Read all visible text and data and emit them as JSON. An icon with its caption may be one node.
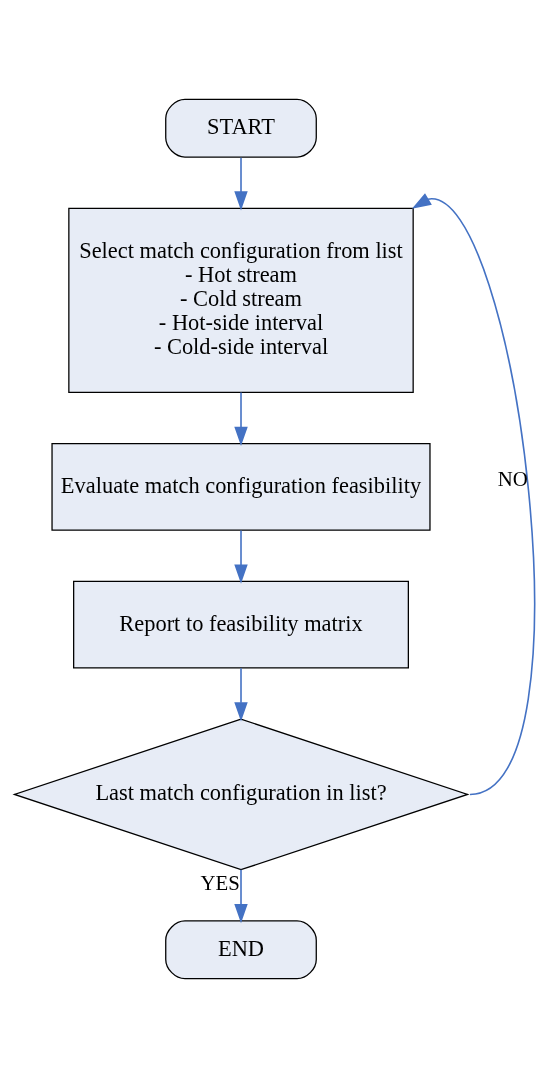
{
  "diagram": {
    "nodes": [
      {
        "text": [
          "START"
        ]
      },
      {
        "text": [
          "Select match configuration from list",
          "- Hot stream",
          "- Cold stream",
          "- Hot-side interval",
          "- Cold-side interval"
        ]
      },
      {
        "text": [
          "Evaluate match configuration feasibility"
        ]
      },
      {
        "text": [
          "Report to feasibility matrix"
        ]
      },
      {
        "text": [
          "Last match configuration in list?"
        ]
      },
      {
        "text": [
          "END"
        ]
      }
    ],
    "edges": [
      {
        "from": 0,
        "to": 1,
        "arrow": "to"
      },
      {
        "from": 1,
        "to": 2,
        "arrow": "to"
      },
      {
        "from": 2,
        "to": 3,
        "arrow": "to"
      },
      {
        "from": 3,
        "to": 4,
        "arrow": "to"
      },
      {
        "from": 4,
        "to": 5,
        "arrow": "to",
        "label": "YES"
      },
      {
        "from": 4,
        "to": 1,
        "arrow": "to",
        "label": "NO"
      }
    ]
  }
}
